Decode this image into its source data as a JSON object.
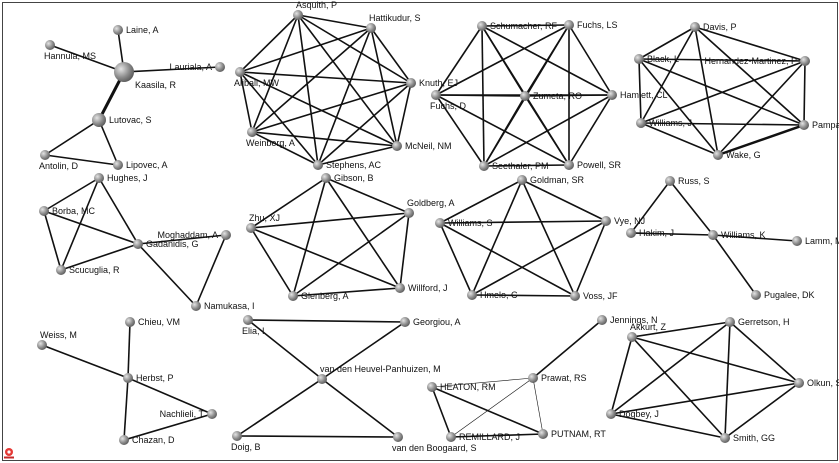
{
  "nodes": [
    {
      "id": "laine",
      "label": "Laine, A"
    },
    {
      "id": "hannula",
      "label": "Hannula, MS"
    },
    {
      "id": "kaasila",
      "label": "Kaasila, R",
      "big": true
    },
    {
      "id": "lauriala",
      "label": "Lauriala, A"
    },
    {
      "id": "lutovac",
      "label": "Lutovac, S",
      "mid": true
    },
    {
      "id": "antolin",
      "label": "Antolin, D"
    },
    {
      "id": "lipovec",
      "label": "Lipovec, A"
    },
    {
      "id": "asquith",
      "label": "Asquith, P"
    },
    {
      "id": "hattikudur",
      "label": "Hattikudur, S"
    },
    {
      "id": "alibali",
      "label": "Alibali, MW"
    },
    {
      "id": "knuth",
      "label": "Knuth, EJ"
    },
    {
      "id": "weinberg",
      "label": "Weinberg, A"
    },
    {
      "id": "mcneil",
      "label": "McNeil, NM"
    },
    {
      "id": "stephens",
      "label": "Stephens, AC"
    },
    {
      "id": "schumacher",
      "label": "Schumacher, RF"
    },
    {
      "id": "fuchsls",
      "label": "Fuchs, LS"
    },
    {
      "id": "fuchsd",
      "label": "Fuchs, D"
    },
    {
      "id": "zumeta",
      "label": "Zumeta, RO"
    },
    {
      "id": "hamlett",
      "label": "Hamlett, CL"
    },
    {
      "id": "seethaler",
      "label": "Seethaler, PM"
    },
    {
      "id": "powell",
      "label": "Powell, SR"
    },
    {
      "id": "davis",
      "label": "Davis, P"
    },
    {
      "id": "black",
      "label": "Black, L"
    },
    {
      "id": "hernandez",
      "label": "Hernandez-Martinez, P"
    },
    {
      "id": "williamsj",
      "label": "Williams, J"
    },
    {
      "id": "pampaka",
      "label": "Pampaka, M"
    },
    {
      "id": "wake",
      "label": "Wake, G"
    },
    {
      "id": "hughes",
      "label": "Hughes, J"
    },
    {
      "id": "borba",
      "label": "Borba, MC"
    },
    {
      "id": "gadanidis",
      "label": "Gadanidis, G"
    },
    {
      "id": "moghaddam",
      "label": "Moghaddam, A"
    },
    {
      "id": "scucuglia",
      "label": "Scucuglia, R"
    },
    {
      "id": "namukasa",
      "label": "Namukasa, I"
    },
    {
      "id": "gibson",
      "label": "Gibson, B"
    },
    {
      "id": "zhu",
      "label": "Zhu, XJ"
    },
    {
      "id": "goldberg",
      "label": "Goldberg, A"
    },
    {
      "id": "glenberg",
      "label": "Glenberg, A"
    },
    {
      "id": "willford",
      "label": "Willford, J"
    },
    {
      "id": "goldman",
      "label": "Goldman, SR"
    },
    {
      "id": "vye",
      "label": "Vye, NJ"
    },
    {
      "id": "williamss",
      "label": "Williams, S"
    },
    {
      "id": "hmelo",
      "label": "Hmelo, C"
    },
    {
      "id": "voss",
      "label": "Voss, JF"
    },
    {
      "id": "russ",
      "label": "Russ, S"
    },
    {
      "id": "hakim",
      "label": "Hakim, J"
    },
    {
      "id": "williamsk",
      "label": "Williams, K"
    },
    {
      "id": "lamm",
      "label": "Lamm, M"
    },
    {
      "id": "pugalee",
      "label": "Pugalee, DK"
    },
    {
      "id": "weiss",
      "label": "Weiss, M"
    },
    {
      "id": "chieu",
      "label": "Chieu, VM"
    },
    {
      "id": "herbst",
      "label": "Herbst, P"
    },
    {
      "id": "nachlieli",
      "label": "Nachlieli, T"
    },
    {
      "id": "chazan",
      "label": "Chazan, D"
    },
    {
      "id": "elia",
      "label": "Elia, I"
    },
    {
      "id": "georgiou",
      "label": "Georgiou, A"
    },
    {
      "id": "vdhp",
      "label": "van den Heuvel-Panhuizen, M"
    },
    {
      "id": "doig",
      "label": "Doig, B"
    },
    {
      "id": "vdb",
      "label": "van den Boogaard, S"
    },
    {
      "id": "jennings",
      "label": "Jennings, N"
    },
    {
      "id": "heaton",
      "label": "HEATON, RM"
    },
    {
      "id": "prawat",
      "label": "Prawat, RS"
    },
    {
      "id": "remillard",
      "label": "REMILLARD, J"
    },
    {
      "id": "putnam",
      "label": "PUTNAM, RT"
    },
    {
      "id": "akkurt",
      "label": "Akkurt, Z"
    },
    {
      "id": "gerretson",
      "label": "Gerretson, H"
    },
    {
      "id": "olkun",
      "label": "Olkun, S"
    },
    {
      "id": "dogbey",
      "label": "Dogbey, J"
    },
    {
      "id": "smith",
      "label": "Smith, GG"
    }
  ],
  "edges": [
    [
      "laine",
      "kaasila"
    ],
    [
      "hannula",
      "kaasila"
    ],
    [
      "lauriala",
      "kaasila"
    ],
    [
      "kaasila",
      "lutovac",
      3
    ],
    [
      "lutovac",
      "antolin"
    ],
    [
      "lutovac",
      "lipovec"
    ],
    [
      "antolin",
      "lipovec"
    ],
    [
      "asquith",
      "hattikudur"
    ],
    [
      "asquith",
      "alibali"
    ],
    [
      "asquith",
      "knuth"
    ],
    [
      "asquith",
      "weinberg"
    ],
    [
      "asquith",
      "mcneil"
    ],
    [
      "asquith",
      "stephens"
    ],
    [
      "hattikudur",
      "alibali"
    ],
    [
      "hattikudur",
      "knuth"
    ],
    [
      "hattikudur",
      "weinberg"
    ],
    [
      "hattikudur",
      "mcneil"
    ],
    [
      "hattikudur",
      "stephens"
    ],
    [
      "alibali",
      "knuth"
    ],
    [
      "alibali",
      "weinberg"
    ],
    [
      "alibali",
      "mcneil"
    ],
    [
      "alibali",
      "stephens"
    ],
    [
      "knuth",
      "weinberg"
    ],
    [
      "knuth",
      "mcneil"
    ],
    [
      "knuth",
      "stephens"
    ],
    [
      "weinberg",
      "mcneil"
    ],
    [
      "weinberg",
      "stephens"
    ],
    [
      "mcneil",
      "stephens"
    ],
    [
      "schumacher",
      "fuchsls"
    ],
    [
      "schumacher",
      "fuchsd"
    ],
    [
      "schumacher",
      "zumeta"
    ],
    [
      "schumacher",
      "hamlett"
    ],
    [
      "schumacher",
      "seethaler"
    ],
    [
      "schumacher",
      "powell"
    ],
    [
      "fuchsls",
      "fuchsd"
    ],
    [
      "fuchsls",
      "zumeta"
    ],
    [
      "fuchsls",
      "hamlett"
    ],
    [
      "fuchsls",
      "seethaler"
    ],
    [
      "fuchsls",
      "powell"
    ],
    [
      "fuchsd",
      "zumeta"
    ],
    [
      "fuchsd",
      "hamlett"
    ],
    [
      "fuchsd",
      "seethaler"
    ],
    [
      "fuchsd",
      "powell"
    ],
    [
      "zumeta",
      "hamlett"
    ],
    [
      "zumeta",
      "seethaler"
    ],
    [
      "zumeta",
      "powell"
    ],
    [
      "hamlett",
      "seethaler"
    ],
    [
      "hamlett",
      "powell"
    ],
    [
      "seethaler",
      "powell"
    ],
    [
      "davis",
      "black"
    ],
    [
      "davis",
      "hernandez"
    ],
    [
      "davis",
      "williamsj"
    ],
    [
      "davis",
      "pampaka"
    ],
    [
      "davis",
      "wake"
    ],
    [
      "black",
      "hernandez"
    ],
    [
      "black",
      "williamsj"
    ],
    [
      "black",
      "pampaka"
    ],
    [
      "black",
      "wake"
    ],
    [
      "hernandez",
      "williamsj"
    ],
    [
      "hernandez",
      "pampaka"
    ],
    [
      "hernandez",
      "wake"
    ],
    [
      "williamsj",
      "pampaka"
    ],
    [
      "williamsj",
      "wake"
    ],
    [
      "pampaka",
      "wake",
      2.5
    ],
    [
      "hughes",
      "borba"
    ],
    [
      "hughes",
      "gadanidis"
    ],
    [
      "hughes",
      "scucuglia"
    ],
    [
      "borba",
      "gadanidis"
    ],
    [
      "borba",
      "scucuglia"
    ],
    [
      "gadanidis",
      "scucuglia"
    ],
    [
      "gadanidis",
      "moghaddam"
    ],
    [
      "gadanidis",
      "namukasa"
    ],
    [
      "moghaddam",
      "namukasa"
    ],
    [
      "gibson",
      "zhu"
    ],
    [
      "gibson",
      "goldberg"
    ],
    [
      "gibson",
      "glenberg"
    ],
    [
      "gibson",
      "willford"
    ],
    [
      "zhu",
      "goldberg"
    ],
    [
      "zhu",
      "glenberg"
    ],
    [
      "zhu",
      "willford"
    ],
    [
      "goldberg",
      "glenberg"
    ],
    [
      "goldberg",
      "willford"
    ],
    [
      "glenberg",
      "willford"
    ],
    [
      "goldman",
      "vye"
    ],
    [
      "goldman",
      "williamss"
    ],
    [
      "goldman",
      "hmelo"
    ],
    [
      "goldman",
      "voss"
    ],
    [
      "vye",
      "williamss"
    ],
    [
      "vye",
      "hmelo"
    ],
    [
      "vye",
      "voss"
    ],
    [
      "williamss",
      "hmelo"
    ],
    [
      "williamss",
      "voss"
    ],
    [
      "hmelo",
      "voss"
    ],
    [
      "russ",
      "hakim"
    ],
    [
      "russ",
      "williamsk"
    ],
    [
      "hakim",
      "williamsk"
    ],
    [
      "williamsk",
      "lamm"
    ],
    [
      "williamsk",
      "pugalee"
    ],
    [
      "weiss",
      "herbst"
    ],
    [
      "chieu",
      "herbst"
    ],
    [
      "herbst",
      "nachlieli"
    ],
    [
      "herbst",
      "chazan"
    ],
    [
      "nachlieli",
      "chazan"
    ],
    [
      "elia",
      "georgiou"
    ],
    [
      "elia",
      "vdhp"
    ],
    [
      "georgiou",
      "vdhp"
    ],
    [
      "vdhp",
      "doig"
    ],
    [
      "vdhp",
      "vdb"
    ],
    [
      "doig",
      "vdb"
    ],
    [
      "jennings",
      "prawat"
    ],
    [
      "heaton",
      "prawat",
      0.6
    ],
    [
      "prawat",
      "remillard",
      0.6
    ],
    [
      "prawat",
      "putnam",
      0.6
    ],
    [
      "heaton",
      "remillard"
    ],
    [
      "heaton",
      "putnam"
    ],
    [
      "remillard",
      "putnam"
    ],
    [
      "akkurt",
      "gerretson"
    ],
    [
      "akkurt",
      "olkun"
    ],
    [
      "akkurt",
      "dogbey"
    ],
    [
      "akkurt",
      "smith"
    ],
    [
      "gerretson",
      "olkun"
    ],
    [
      "gerretson",
      "dogbey"
    ],
    [
      "gerretson",
      "smith"
    ],
    [
      "olkun",
      "dogbey"
    ],
    [
      "olkun",
      "smith"
    ],
    [
      "dogbey",
      "smith"
    ]
  ],
  "colors": {
    "node": "#8a8a8a",
    "edge": "#111111",
    "frame": "#444444"
  },
  "icons": {
    "corner": "pajek-logo-icon"
  }
}
